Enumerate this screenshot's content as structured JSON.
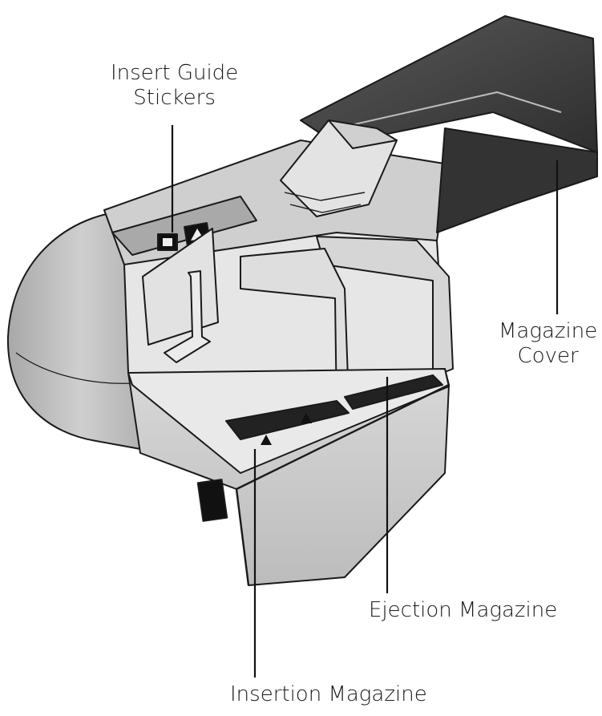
{
  "callouts": {
    "insert_guide": {
      "line1": "Insert Guide",
      "line2": "Stickers"
    },
    "magazine_cover": {
      "line1": "Magazine",
      "line2": "Cover"
    },
    "ejection": {
      "label": "Ejection Magazine"
    },
    "insertion": {
      "label": "Insertion Magazine"
    }
  },
  "colors": {
    "body_light": "#dcdcdc",
    "body_mid": "#bdbdbd",
    "body_dark": "#8e8e8e",
    "cover_dark": "#3d3d3d",
    "outline": "#1a1a1a"
  }
}
